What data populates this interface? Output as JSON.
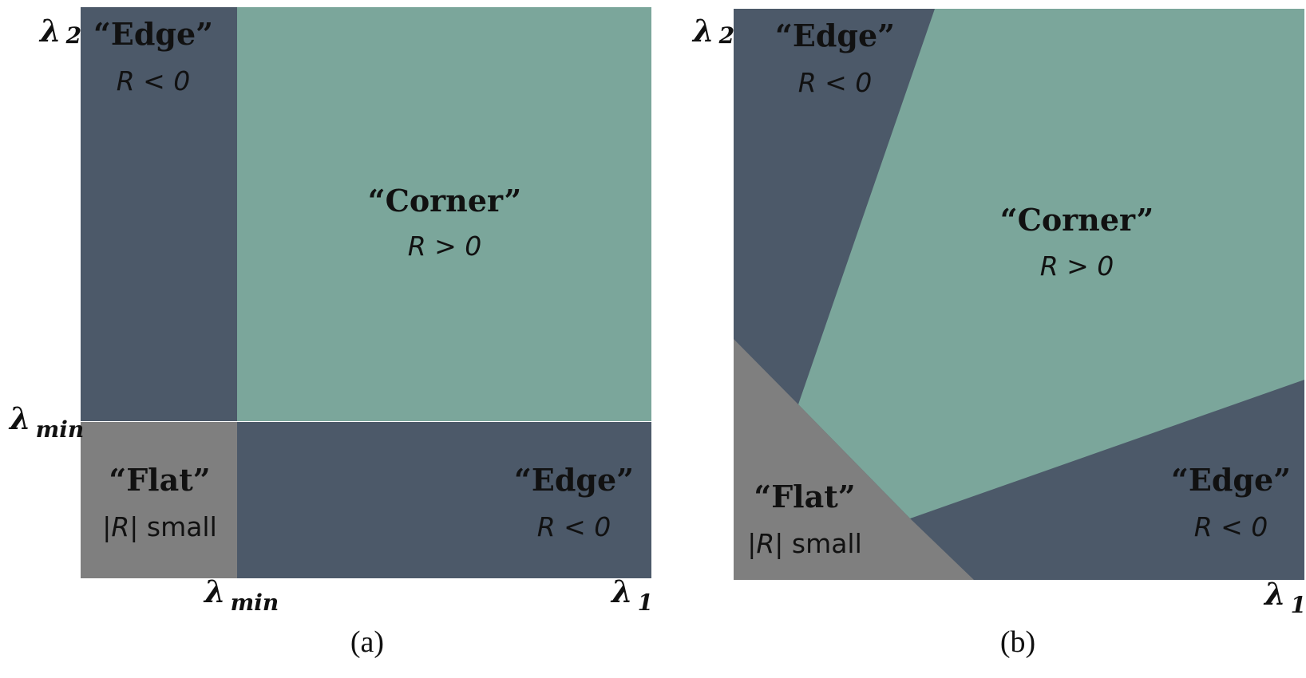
{
  "colors": {
    "edge": "#4c5969",
    "corner": "#7ba69b",
    "flat": "#7f7f7f",
    "text": "#111111",
    "background": "#ffffff"
  },
  "panel_a": {
    "caption": "(a)",
    "axis_y": {
      "symbol": "λ",
      "subscript": "2"
    },
    "axis_min_y": {
      "symbol": "λ",
      "subscript": "min"
    },
    "axis_min_x": {
      "symbol": "λ",
      "subscript": "min"
    },
    "axis_x": {
      "symbol": "λ",
      "subscript": "1"
    },
    "regions": {
      "edge_top": {
        "label": "“Edge”",
        "formula": "R < 0"
      },
      "corner": {
        "label": "“Corner”",
        "formula": "R > 0"
      },
      "flat": {
        "label": "“Flat”",
        "formula_pre": "|",
        "formula_var": "R",
        "formula_post": "| small"
      },
      "edge_right": {
        "label": "“Edge”",
        "formula": "R < 0"
      }
    }
  },
  "panel_b": {
    "caption": "(b)",
    "axis_y": {
      "symbol": "λ",
      "subscript": "2"
    },
    "axis_x": {
      "symbol": "λ",
      "subscript": "1"
    },
    "regions": {
      "edge_top": {
        "label": "“Edge”",
        "formula": "R < 0"
      },
      "corner": {
        "label": "“Corner”",
        "formula": "R > 0"
      },
      "flat": {
        "label": "“Flat”",
        "formula_pre": "|",
        "formula_var": "R",
        "formula_post": "| small"
      },
      "edge_right": {
        "label": "“Edge”",
        "formula": "R < 0"
      }
    }
  }
}
